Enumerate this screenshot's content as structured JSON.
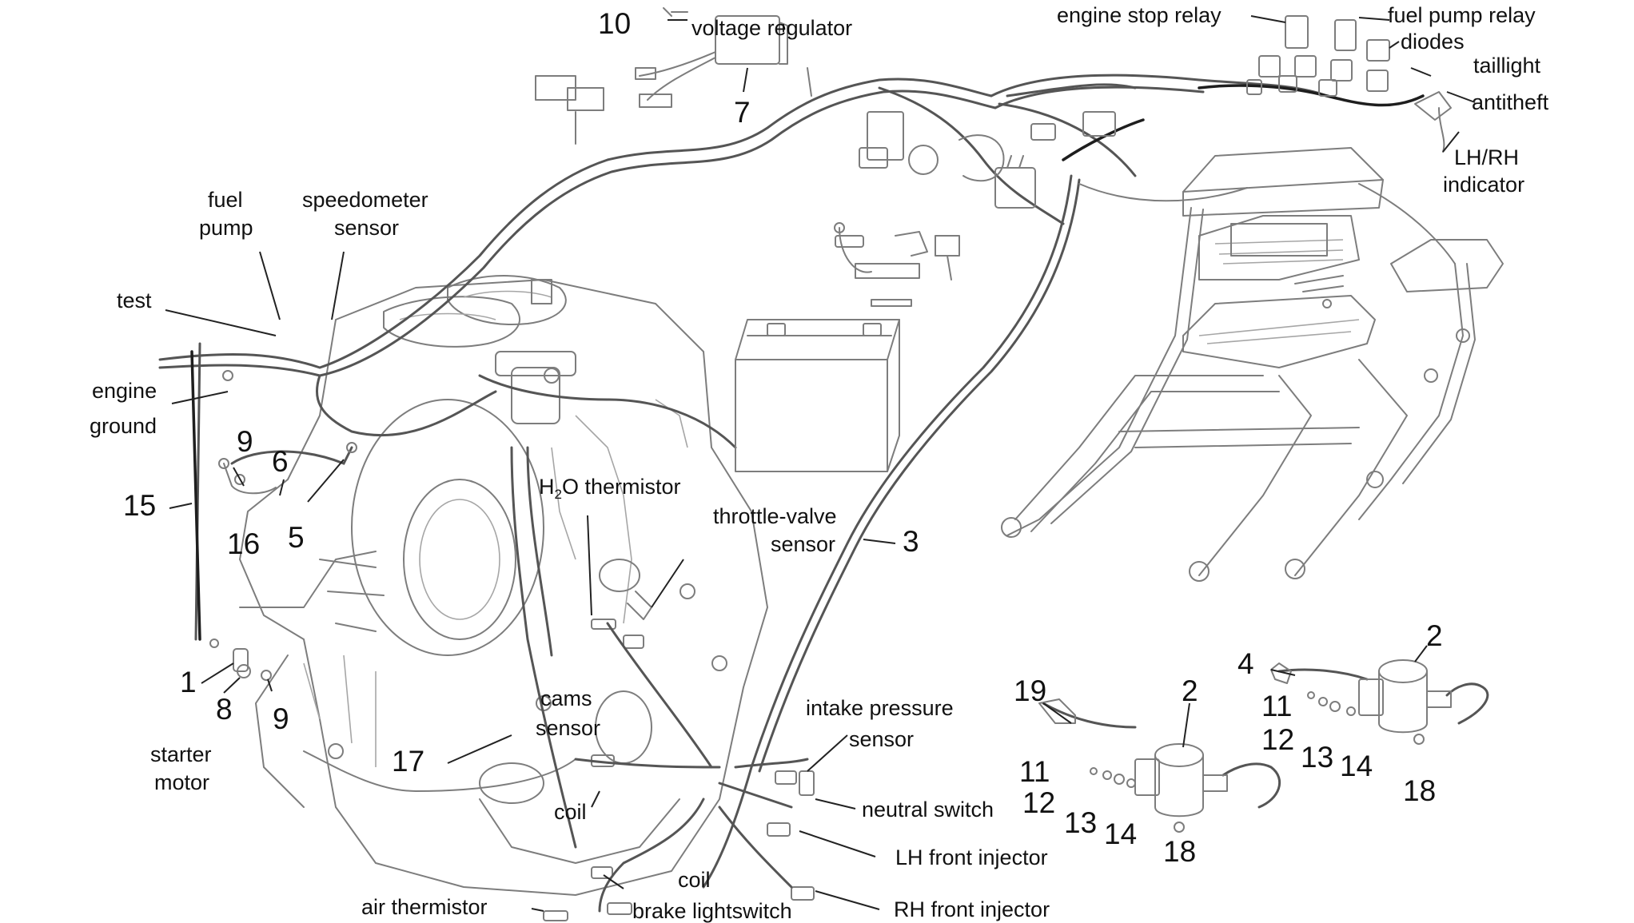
{
  "labels": {
    "voltage_regulator": "voltage regulator",
    "engine_stop_relay": "engine stop relay",
    "fuel_pump_relay": "fuel pump relay",
    "diodes": "diodes",
    "taillight": "taillight",
    "antitheft": "antitheft",
    "lh_rh_indicator_1": "LH/RH",
    "lh_rh_indicator_2": "indicator",
    "fuel_pump_1": "fuel",
    "fuel_pump_2": "pump",
    "speedometer_sensor_1": "speedometer",
    "speedometer_sensor_2": "sensor",
    "test": "test",
    "engine_ground_1": "engine",
    "engine_ground_2": "ground",
    "h2o_thermistor_pre": "H",
    "h2o_thermistor_sub": "2",
    "h2o_thermistor_post": "O thermistor",
    "throttle_valve_sensor_1": "throttle-valve",
    "throttle_valve_sensor_2": "sensor",
    "cams_sensor_1": "cams",
    "cams_sensor_2": "sensor",
    "starter_motor_1": "starter",
    "starter_motor_2": "motor",
    "intake_pressure_sensor_1": "intake pressure",
    "intake_pressure_sensor_2": "sensor",
    "neutral_switch": "neutral switch",
    "lh_front_injector": "LH front injector",
    "rh_front_injector": "RH front injector",
    "coil_upper": "coil",
    "coil_lower": "coil",
    "air_thermistor": "air thermistor",
    "brake_lightswitch": "brake lightswitch"
  },
  "callouts": {
    "n10": "10",
    "n7": "7",
    "n9a": "9",
    "n6": "6",
    "n15": "15",
    "n16": "16",
    "n5": "5",
    "n3": "3",
    "n1": "1",
    "n8": "8",
    "n9b": "9",
    "n17": "17",
    "n19": "19",
    "n2a": "2",
    "n11a": "11",
    "n12a": "12",
    "n13a": "13",
    "n14a": "14",
    "n18a": "18",
    "n4": "4",
    "n2b": "2",
    "n11b": "11",
    "n12b": "12",
    "n13b": "13",
    "n14b": "14",
    "n18b": "18"
  },
  "icons": [
    "engine-block-drawing",
    "battery-drawing",
    "frame-subframe-drawing",
    "ignition-coil-drawing",
    "wiring-harness-drawing",
    "relay-drawing",
    "control-unit-drawing"
  ]
}
